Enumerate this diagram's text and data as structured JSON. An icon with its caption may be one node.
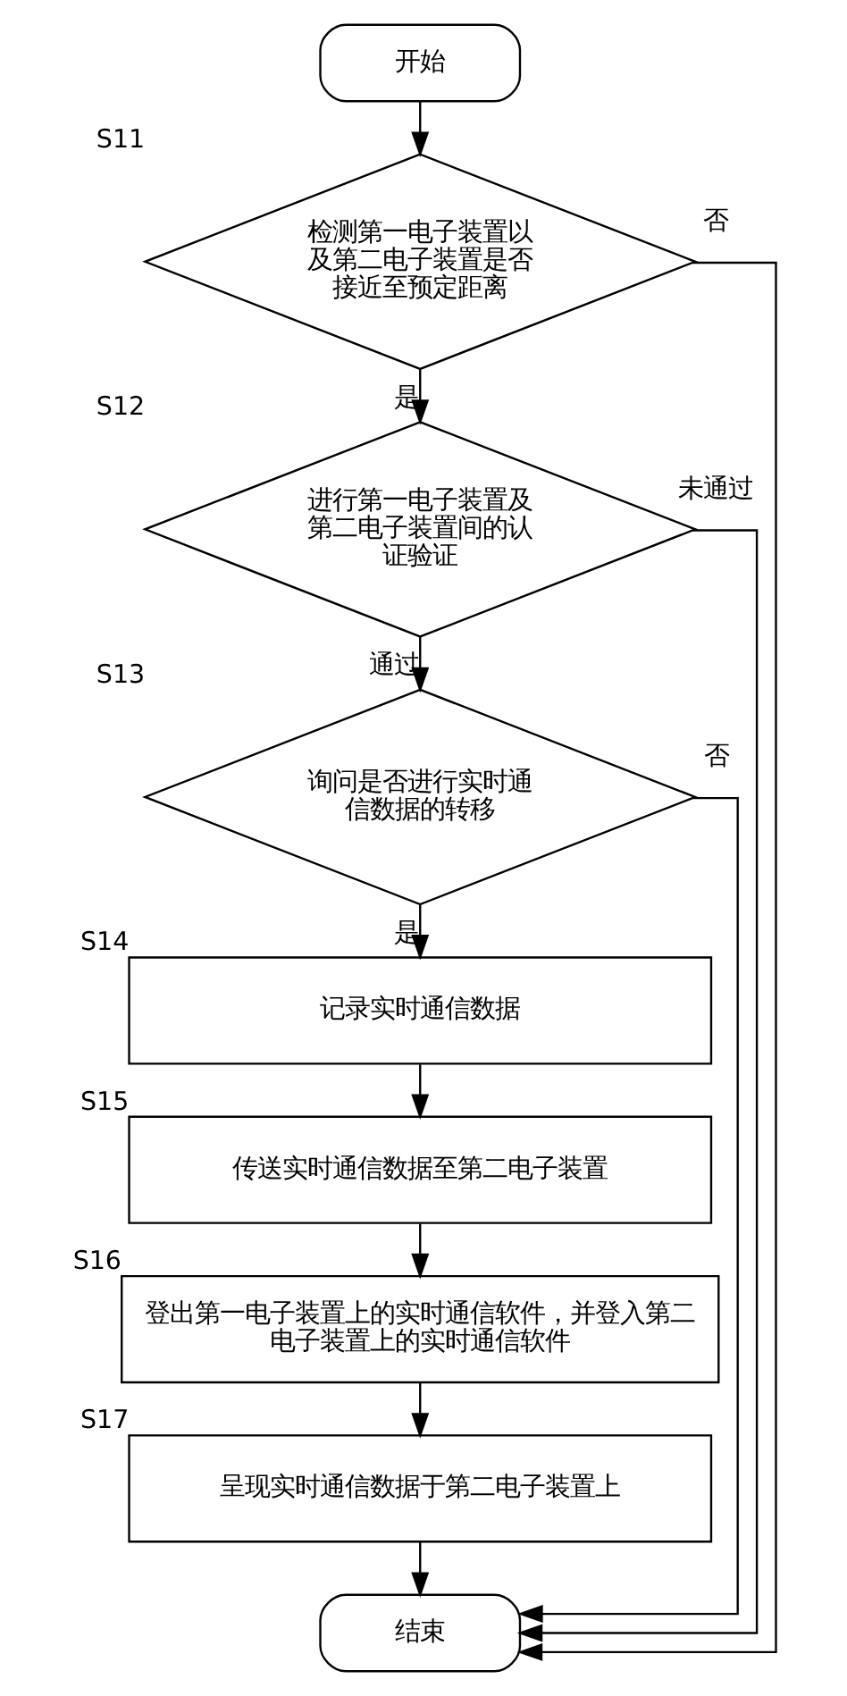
{
  "diagram": {
    "nodes": [
      {
        "text": [
          "开始"
        ]
      },
      {
        "text": [
          "检测第一电子装置以及第二电子装置是否接近至预定距离"
        ],
        "beside": [
          "S11"
        ]
      },
      {
        "text": [
          "进行第一电子装置及第二电子装置间的认证验证"
        ],
        "beside": [
          "S12"
        ]
      },
      {
        "text": [
          "询问是否进行实时通信数据的转移"
        ],
        "beside": [
          "S13"
        ]
      },
      {
        "text": [
          "记录实时通信数据"
        ],
        "beside": [
          "S14"
        ]
      },
      {
        "text": [
          "传送实时通信数据至第二电子装置"
        ],
        "beside": [
          "S15"
        ]
      },
      {
        "text": [
          "登出第一电子装置上的实时通信软件，并登入第二电子装置上的实时通信软件"
        ],
        "beside": [
          "S16"
        ]
      },
      {
        "text": [
          "呈现实时通信数据于第二电子装置上"
        ],
        "beside": [
          "S17"
        ]
      },
      {
        "text": [
          "结束"
        ]
      }
    ],
    "edges": [
      {
        "from": 0,
        "to": 1,
        "arrow": "to"
      },
      {
        "from": 1,
        "to": 2,
        "arrow": "to",
        "label": "是"
      },
      {
        "from": 2,
        "to": 3,
        "arrow": "to",
        "label": "通过"
      },
      {
        "from": 3,
        "to": 4,
        "arrow": "to",
        "label": "是"
      },
      {
        "from": 4,
        "to": 5,
        "arrow": "to"
      },
      {
        "from": 5,
        "to": 6,
        "arrow": "to"
      },
      {
        "from": 6,
        "to": 7,
        "arrow": "to"
      },
      {
        "from": 7,
        "to": 8,
        "arrow": "to"
      },
      {
        "from": 1,
        "to": 8,
        "arrow": "to",
        "label": "否"
      },
      {
        "from": 2,
        "to": 8,
        "arrow": "to",
        "label": "未通过"
      },
      {
        "from": 3,
        "to": 8,
        "arrow": "to",
        "label": "否"
      }
    ]
  }
}
